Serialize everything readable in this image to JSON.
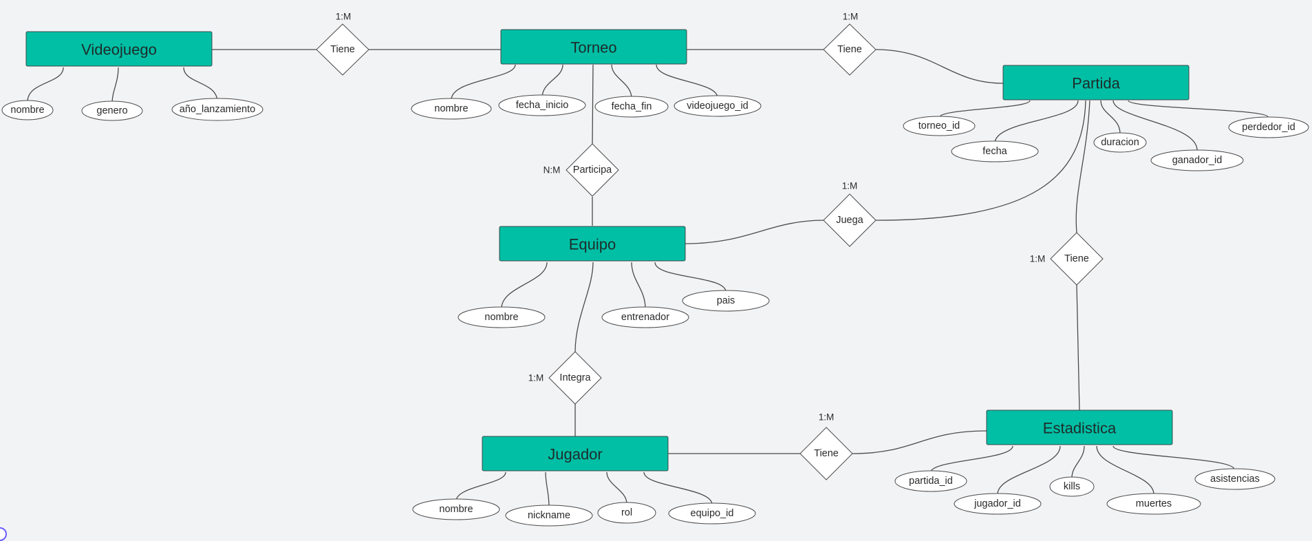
{
  "diagram": {
    "entities": {
      "videojuego": "Videojuego",
      "torneo": "Torneo",
      "partida": "Partida",
      "equipo": "Equipo",
      "jugador": "Jugador",
      "estadistica": "Estadistica"
    },
    "relations": {
      "tiene1": {
        "label": "Tiene",
        "card": "1:M"
      },
      "tiene2": {
        "label": "Tiene",
        "card": "1:M"
      },
      "participa": {
        "label": "Participa",
        "card": "N:M"
      },
      "juega": {
        "label": "Juega",
        "card": "1:M"
      },
      "tiene3": {
        "label": "Tiene",
        "card": "1:M"
      },
      "integra": {
        "label": "Integra",
        "card": "1:M"
      },
      "tiene4": {
        "label": "Tiene",
        "card": "1:M"
      }
    },
    "attributes": {
      "videojuego": [
        "nombre",
        "genero",
        "año_lanzamiento"
      ],
      "torneo": [
        "nombre",
        "fecha_inicio",
        "fecha_fin",
        "videojuego_id"
      ],
      "partida": [
        "torneo_id",
        "fecha",
        "duracion",
        "ganador_id",
        "perdedor_id"
      ],
      "equipo": [
        "nombre",
        "entrenador",
        "pais"
      ],
      "jugador": [
        "nombre",
        "nickname",
        "rol",
        "equipo_id"
      ],
      "estadistica": [
        "partida_id",
        "jugador_id",
        "kills",
        "muertes",
        "asistencias"
      ]
    }
  },
  "colors": {
    "entity_fill": "#00bfa5",
    "background": "#f2f3f5",
    "line": "#4a4a4a"
  }
}
